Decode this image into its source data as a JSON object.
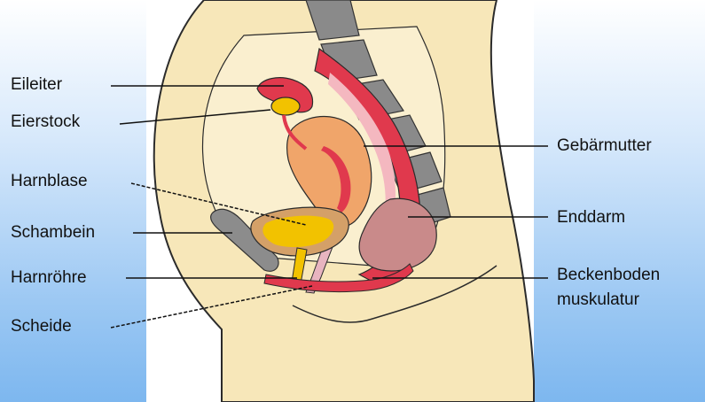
{
  "diagram": {
    "labels_left": [
      {
        "id": "eileiter",
        "text": "Eileiter"
      },
      {
        "id": "eierstock",
        "text": "Eierstock"
      },
      {
        "id": "harnblase",
        "text": "Harnblase"
      },
      {
        "id": "schambein",
        "text": "Schambein"
      },
      {
        "id": "harnroehre",
        "text": "Harnröhre"
      },
      {
        "id": "scheide",
        "text": "Scheide"
      }
    ],
    "labels_right": [
      {
        "id": "gebaermutter",
        "text": "Gebärmutter"
      },
      {
        "id": "enddarm",
        "text": "Enddarm"
      },
      {
        "id": "beckenboden_1",
        "text": "Beckenboden"
      },
      {
        "id": "beckenboden_2",
        "text": "muskulatur"
      }
    ]
  },
  "colors": {
    "skin": "#f7e7b9",
    "skin_outline": "#2b2b2b",
    "bone": "#8c8c8c",
    "uterus": "#f0a56a",
    "bladder": "#f2c200",
    "muscle": "#e0394d",
    "rectum_gray": "#7a7a7a"
  }
}
